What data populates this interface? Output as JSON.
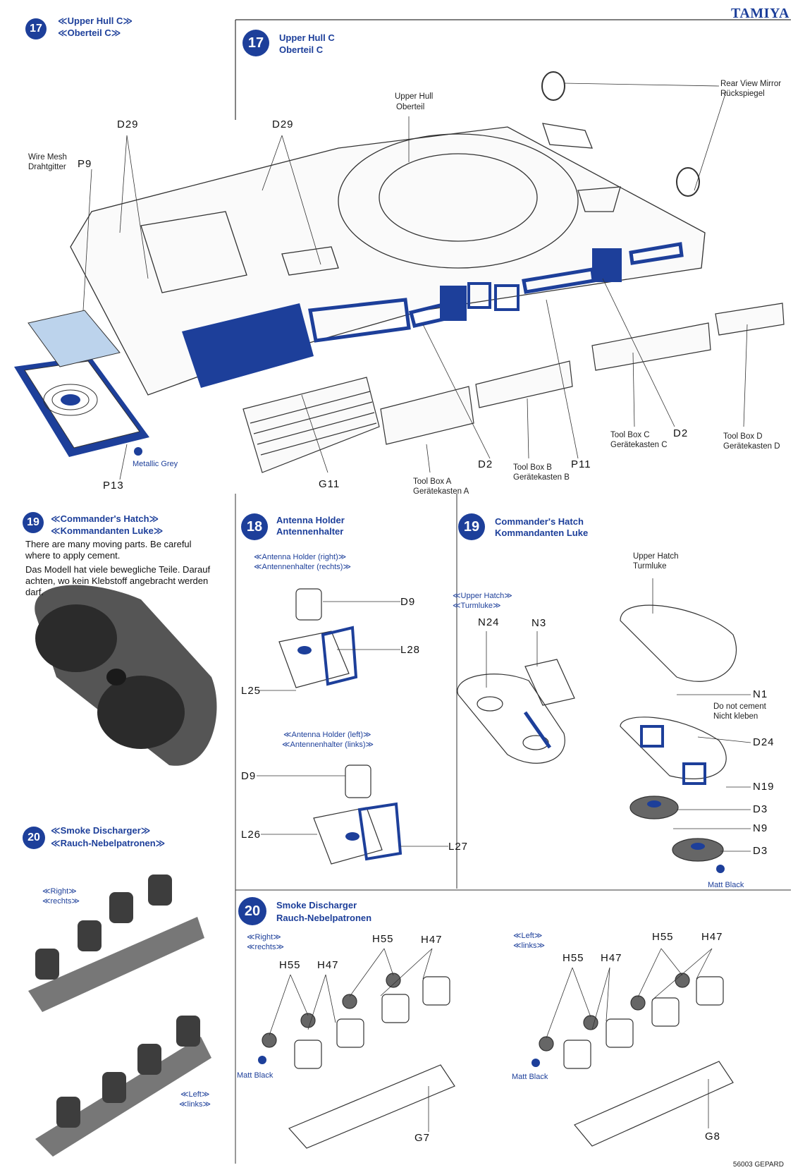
{
  "brand": "TAMIYA",
  "footer_code": "56003 GEPARD",
  "colors": {
    "accent": "#1d3f9a",
    "line": "#333333",
    "grey_photo": "#555555"
  },
  "left_column": {
    "step17": {
      "num": "17",
      "title_en": "≪Upper Hull C≫",
      "title_de": "≪Oberteil C≫"
    },
    "step19": {
      "num": "19",
      "title_en": "≪Commander's Hatch≫",
      "title_de": "≪Kommandanten Luke≫",
      "note_en": "There are many moving parts. Be careful where to apply cement.",
      "note_de": "Das Modell hat viele bewegliche Teile. Darauf achten, wo kein Klebstoff angebracht werden darf."
    },
    "step20": {
      "num": "20",
      "title_en": "≪Smoke Discharger≫",
      "title_de": "≪Rauch-Nebelpatronen≫",
      "right_en": "≪Right≫",
      "right_de": "≪rechts≫",
      "left_en": "≪Left≫",
      "left_de": "≪links≫"
    }
  },
  "step17_main": {
    "num": "17",
    "title_en": "Upper Hull C",
    "title_de": "Oberteil C",
    "labels": {
      "upper_hull_en": "Upper Hull",
      "upper_hull_de": "Oberteil",
      "mirror_en": "Rear View Mirror",
      "mirror_de": "Rückspiegel",
      "wire_mesh_en": "Wire Mesh",
      "wire_mesh_de": "Drahtgitter",
      "metallic_grey": "Metallic Grey",
      "toolbox_a_en": "Tool Box A",
      "toolbox_a_de": "Gerätekasten A",
      "toolbox_b_en": "Tool Box B",
      "toolbox_b_de": "Gerätekasten B",
      "toolbox_c_en": "Tool Box C",
      "toolbox_c_de": "Gerätekasten C",
      "toolbox_d_en": "Tool Box D",
      "toolbox_d_de": "Gerätekasten D"
    },
    "parts": {
      "d29_left": "D29",
      "d29_right": "D29",
      "p9": "P9",
      "p13": "P13",
      "g11": "G11",
      "d2_left": "D2",
      "d2_right": "D2",
      "p11": "P11"
    }
  },
  "step18": {
    "num": "18",
    "title_en": "Antenna Holder",
    "title_de": "Antennenhalter",
    "right_en": "≪Antenna Holder (right)≫",
    "right_de": "≪Antennenhalter (rechts)≫",
    "left_en": "≪Antenna Holder (left)≫",
    "left_de": "≪Antennenhalter (links)≫",
    "parts": {
      "d9_top": "D9",
      "l28": "L28",
      "l25": "L25",
      "d9_bottom": "D9",
      "l26": "L26",
      "l27": "L27"
    }
  },
  "step19_main": {
    "num": "19",
    "title_en": "Commander's Hatch",
    "title_de": "Kommandanten Luke",
    "upper_hatch_en": "≪Upper Hatch≫",
    "upper_hatch_de": "≪Turmluke≫",
    "upper_hatch2_en": "Upper Hatch",
    "upper_hatch2_de": "Turmluke",
    "no_cement_en": "Do not cement",
    "no_cement_de": "Nicht kleben",
    "matt_black": "Matt Black",
    "parts": {
      "n24": "N24",
      "n3": "N3",
      "n1": "N1",
      "d24": "D24",
      "n19": "N19",
      "d3_a": "D3",
      "n9": "N9",
      "d3_b": "D3"
    }
  },
  "step20_main": {
    "num": "20",
    "title_en": "Smoke Discharger",
    "title_de": "Rauch-Nebelpatronen",
    "right_en": "≪Right≫",
    "right_de": "≪rechts≫",
    "left_en": "≪Left≫",
    "left_de": "≪links≫",
    "matt_black_r": "Matt Black",
    "matt_black_l": "Matt Black",
    "parts": {
      "h55_r_top": "H55",
      "h47_r_top": "H47",
      "h55_r": "H55",
      "h47_r": "H47",
      "g7": "G7",
      "h55_l_top": "H55",
      "h47_l_top": "H47",
      "h55_l": "H55",
      "h47_l": "H47",
      "g8": "G8"
    }
  }
}
